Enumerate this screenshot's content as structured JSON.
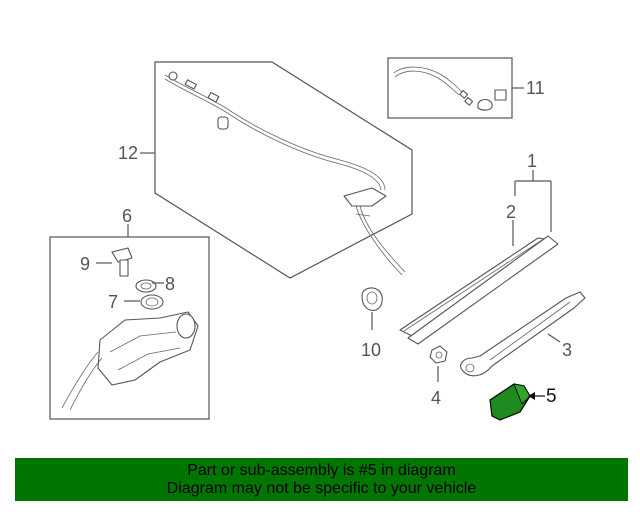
{
  "callouts": {
    "c1": "1",
    "c2": "2",
    "c3": "3",
    "c4": "4",
    "c5": "5",
    "c6": "6",
    "c7": "7",
    "c8": "8",
    "c9": "9",
    "c10": "10",
    "c11": "11",
    "c12": "12"
  },
  "banner": {
    "line1": "Part or sub-assembly is #5 in diagram",
    "line2": "Diagram may not be specific to your vehicle"
  },
  "colors": {
    "banner_bg": "#007500",
    "highlight_part": "#1f8a1f",
    "line": "#555555"
  }
}
